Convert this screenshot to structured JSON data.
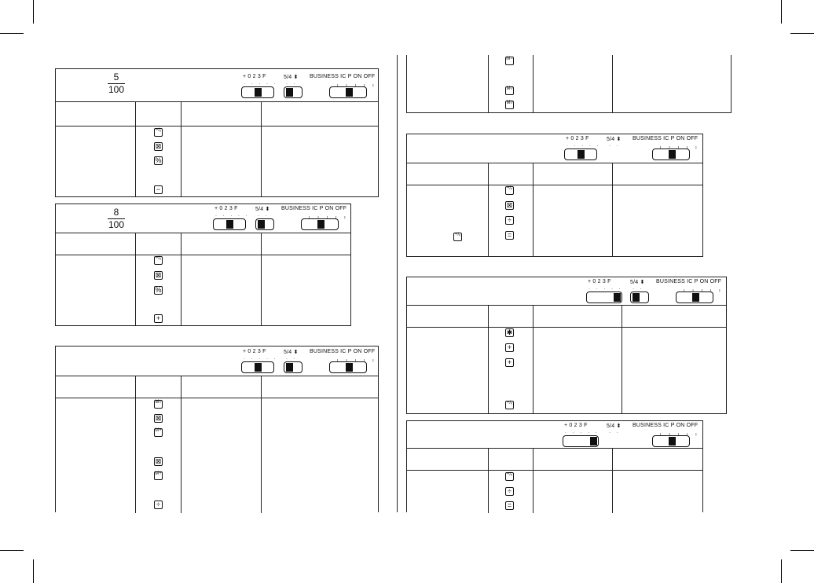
{
  "switches": {
    "decimal": {
      "labels": "+ 0 2 3 F",
      "ticks": "· · · · ·"
    },
    "round": {
      "labels": "5/4 ⬍",
      "ticks": "· ·"
    },
    "mode": {
      "labels": "BUSINESS  IC  P ON  OFF",
      "ticks": "╷ ╷ ╷ ╷ ╷"
    }
  },
  "blocks": {
    "b1": {
      "fraction": {
        "numerator": "5",
        "denominator": "100"
      },
      "keys": [
        "÷/ₓ",
        "⊠",
        "%",
        "−"
      ]
    },
    "b2": {
      "fraction": {
        "numerator": "8",
        "denominator": "100"
      },
      "keys": [
        "÷/ₓ",
        "⊠",
        "%",
        "+"
      ]
    },
    "b3": {
      "keys": [
        "M◊",
        "⊠",
        "M+",
        "⊠",
        "M+",
        "÷"
      ]
    },
    "b4": {
      "keys": [
        "M−",
        "M◊",
        "M◊"
      ]
    },
    "b5": {
      "keys": [
        "÷/ₓ",
        "⊠",
        "÷",
        "="
      ],
      "side_key": "÷/ₓ"
    },
    "b6": {
      "keys": [
        "✱",
        "+",
        "+",
        "÷/ₓ"
      ]
    },
    "b7": {
      "keys": [
        "÷/ₓ",
        "÷",
        "="
      ]
    }
  }
}
